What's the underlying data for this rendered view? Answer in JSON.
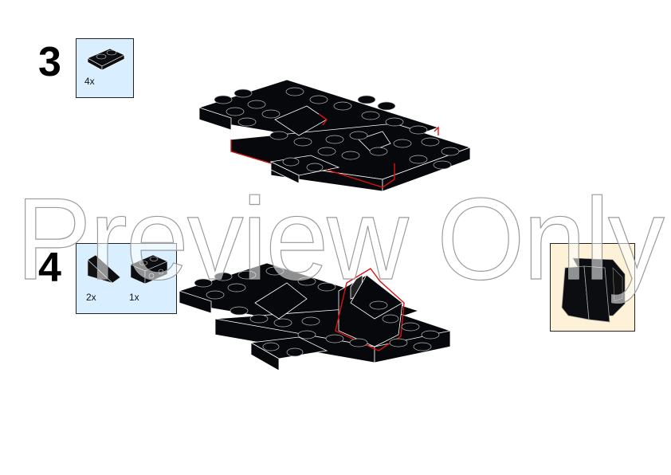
{
  "page": {
    "background": "#ffffff"
  },
  "steps": [
    {
      "number": "3",
      "parts": [
        {
          "icon": "plate-1x2-icon",
          "qty": "4x",
          "color": "black"
        }
      ],
      "parts_box_color": "#d9efff",
      "model": "chassis-assembly-step-3",
      "highlight_color": "#e01010"
    },
    {
      "number": "4",
      "parts": [
        {
          "icon": "slope-brick-icon",
          "qty": "2x",
          "color": "black"
        },
        {
          "icon": "bracket-brick-1x2-icon",
          "qty": "1x",
          "color": "black"
        }
      ],
      "parts_box_color": "#d9efff",
      "model": "chassis-assembly-step-4",
      "highlight_color": "#e01010",
      "subassembly": {
        "icon": "seat-subassembly-icon",
        "box_color": "#fdf2d8"
      }
    }
  ],
  "watermark": {
    "text": "Preview Only"
  }
}
